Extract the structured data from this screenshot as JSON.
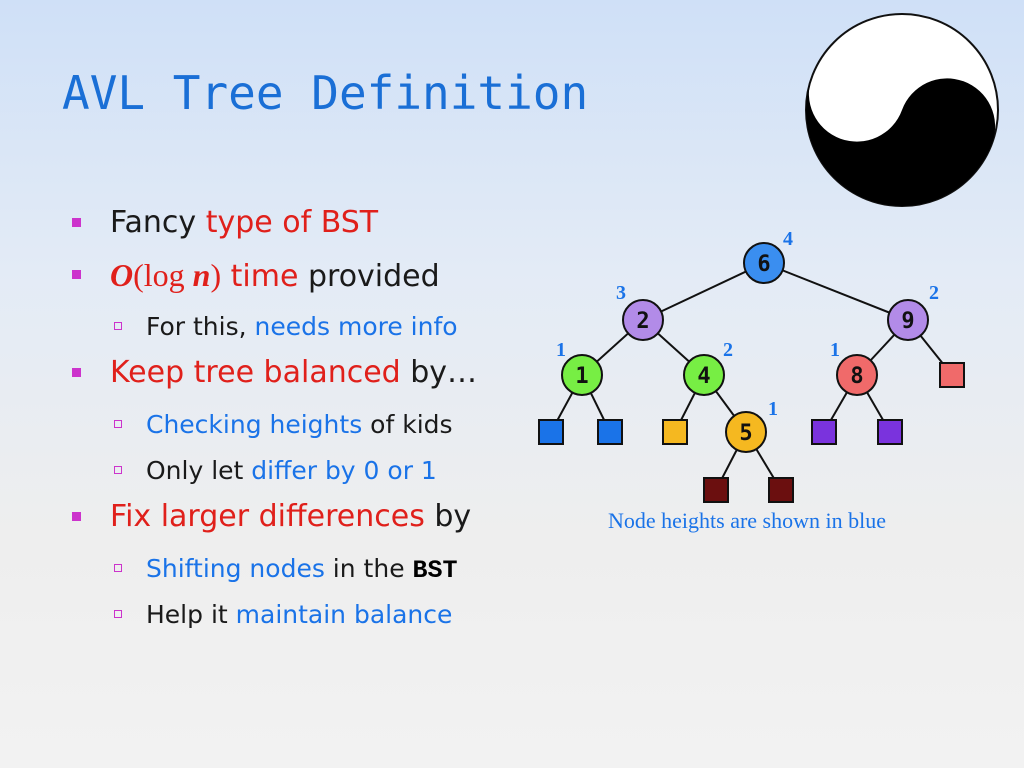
{
  "slide": {
    "title": "AVL Tree Definition"
  },
  "bullets": [
    {
      "level": 1,
      "segments": [
        {
          "text": "Fancy ",
          "style": "dark"
        },
        {
          "text": "type of BST",
          "style": "red"
        }
      ]
    },
    {
      "level": 1,
      "segments": [
        {
          "text": "O",
          "style": "math-o"
        },
        {
          "text": "(log ",
          "style": "math-txt"
        },
        {
          "text": "n",
          "style": "math-n"
        },
        {
          "text": ")",
          "style": "math-txt"
        },
        {
          "text": " time",
          "style": "red"
        },
        {
          "text": " provided",
          "style": "dark"
        }
      ]
    },
    {
      "level": 2,
      "segments": [
        {
          "text": "For this, ",
          "style": "dark"
        },
        {
          "text": "needs more info",
          "style": "blue"
        }
      ]
    },
    {
      "level": 1,
      "segments": [
        {
          "text": "Keep tree balanced",
          "style": "red"
        },
        {
          "text": " by…",
          "style": "dark"
        }
      ]
    },
    {
      "level": 2,
      "segments": [
        {
          "text": "Checking heights",
          "style": "blue"
        },
        {
          "text": " of kids",
          "style": "dark"
        }
      ]
    },
    {
      "level": 2,
      "segments": [
        {
          "text": "Only let ",
          "style": "dark"
        },
        {
          "text": "differ by 0 or 1",
          "style": "blue"
        }
      ]
    },
    {
      "level": 1,
      "segments": [
        {
          "text": "Fix larger differences",
          "style": "red"
        },
        {
          "text": " by",
          "style": "dark"
        }
      ]
    },
    {
      "level": 2,
      "segments": [
        {
          "text": "Shifting nodes",
          "style": "blue"
        },
        {
          "text": " in the ",
          "style": "dark"
        },
        {
          "text": "BST",
          "style": "mono-b"
        }
      ]
    },
    {
      "level": 2,
      "segments": [
        {
          "text": "Help it ",
          "style": "dark"
        },
        {
          "text": "maintain balance",
          "style": "blue"
        }
      ]
    }
  ],
  "tree": {
    "caption": "Node heights are shown in blue",
    "nodes": [
      {
        "label": "6",
        "height": "4",
        "color": "#3a8ef0"
      },
      {
        "label": "2",
        "height": "3",
        "color": "#b28be8"
      },
      {
        "label": "9",
        "height": "2",
        "color": "#b28be8"
      },
      {
        "label": "1",
        "height": "1",
        "color": "#77ee44"
      },
      {
        "label": "4",
        "height": "2",
        "color": "#77ee44"
      },
      {
        "label": "8",
        "height": "1",
        "color": "#f06a6a"
      },
      {
        "label": "5",
        "height": "1",
        "color": "#f5b820"
      }
    ],
    "leaf_colors": {
      "blue": "#1a73e8",
      "orange": "#f5b820",
      "purple": "#7a33dd",
      "red": "#f06a6a",
      "maroon": "#6b0f0f"
    },
    "height_label_color": "#1a73e8"
  }
}
